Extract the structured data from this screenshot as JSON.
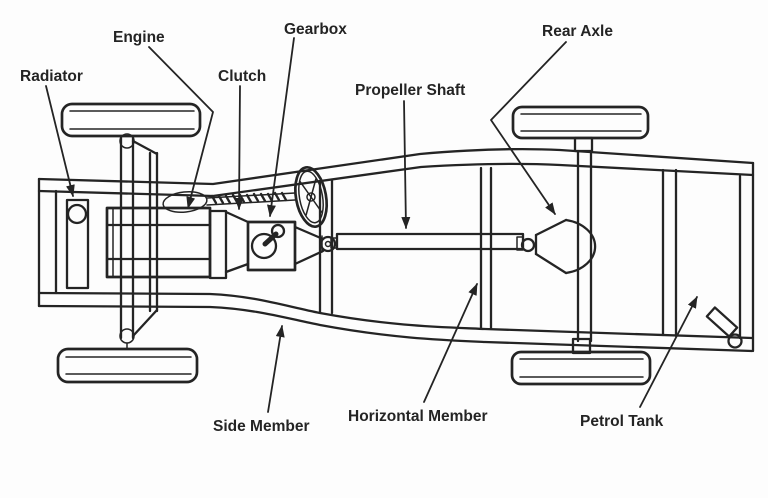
{
  "colors": {
    "ink": "#242424",
    "paper": "#fdfdfd"
  },
  "labels": {
    "radiator": "Radiator",
    "engine": "Engine",
    "clutch": "Clutch",
    "gearbox": "Gearbox",
    "propeller_shaft": "Propeller Shaft",
    "rear_axle": "Rear Axle",
    "side_member": "Side Member",
    "horizontal_member": "Horizontal Member",
    "petrol_tank": "Petrol Tank"
  }
}
